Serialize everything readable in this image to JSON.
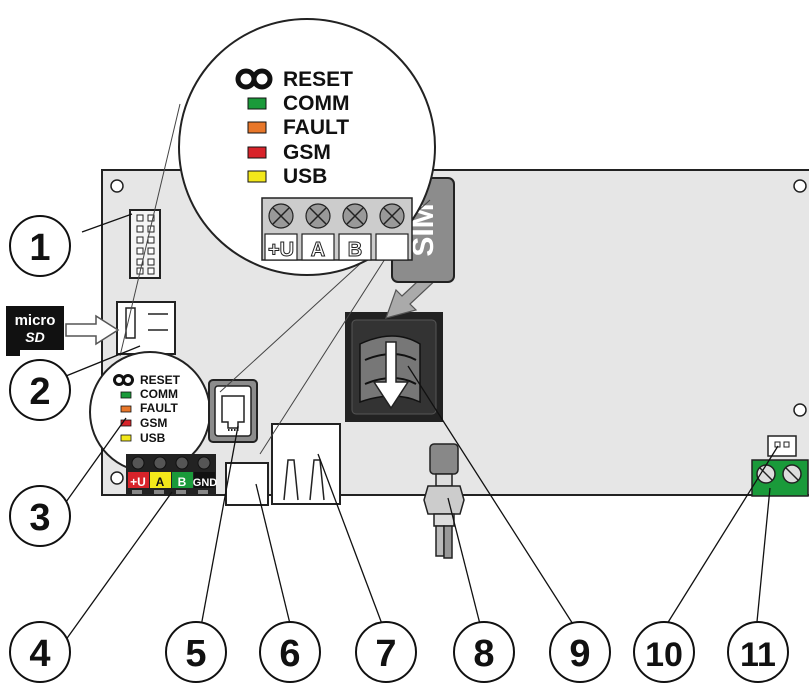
{
  "legend": {
    "reset": "RESET",
    "comm": "COMM",
    "fault": "FAULT",
    "gsm": "GSM",
    "usb": "USB"
  },
  "terminals": [
    "+U",
    "A",
    "B",
    "GND"
  ],
  "sim_label": "SIM",
  "micro_sd": {
    "top": "micro",
    "bottom": "SD"
  },
  "callouts": [
    "1",
    "2",
    "3",
    "4",
    "5",
    "6",
    "7",
    "8",
    "9",
    "10",
    "11"
  ],
  "colors": {
    "comm": "#1a9a3a",
    "fault": "#e8772a",
    "gsm": "#d8232a",
    "usb": "#f3e81a",
    "board": "#e8e8e8",
    "sim_tag": "#8c8c8c"
  }
}
